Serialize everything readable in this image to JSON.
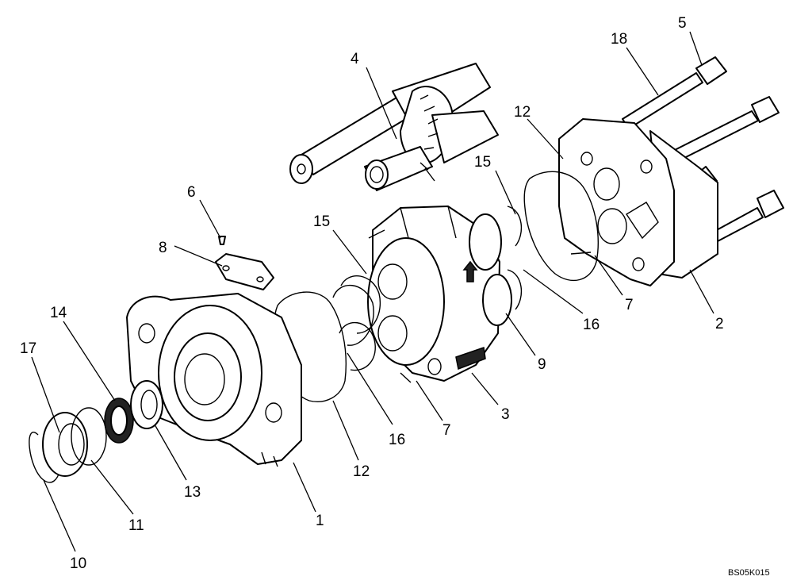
{
  "figure_code": "BS05K015",
  "callouts": [
    {
      "id": "c1",
      "text": "1"
    },
    {
      "id": "c2",
      "text": "2"
    },
    {
      "id": "c3",
      "text": "3"
    },
    {
      "id": "c4",
      "text": "4"
    },
    {
      "id": "c5",
      "text": "5"
    },
    {
      "id": "c6",
      "text": "6"
    },
    {
      "id": "c7a",
      "text": "7"
    },
    {
      "id": "c7b",
      "text": "7"
    },
    {
      "id": "c8",
      "text": "8"
    },
    {
      "id": "c9",
      "text": "9"
    },
    {
      "id": "c10",
      "text": "10"
    },
    {
      "id": "c11",
      "text": "11"
    },
    {
      "id": "c12a",
      "text": "12"
    },
    {
      "id": "c12b",
      "text": "12"
    },
    {
      "id": "c13",
      "text": "13"
    },
    {
      "id": "c14",
      "text": "14"
    },
    {
      "id": "c15a",
      "text": "15"
    },
    {
      "id": "c15b",
      "text": "15"
    },
    {
      "id": "c16a",
      "text": "16"
    },
    {
      "id": "c16b",
      "text": "16"
    },
    {
      "id": "c17",
      "text": "17"
    },
    {
      "id": "c18",
      "text": "18"
    }
  ]
}
